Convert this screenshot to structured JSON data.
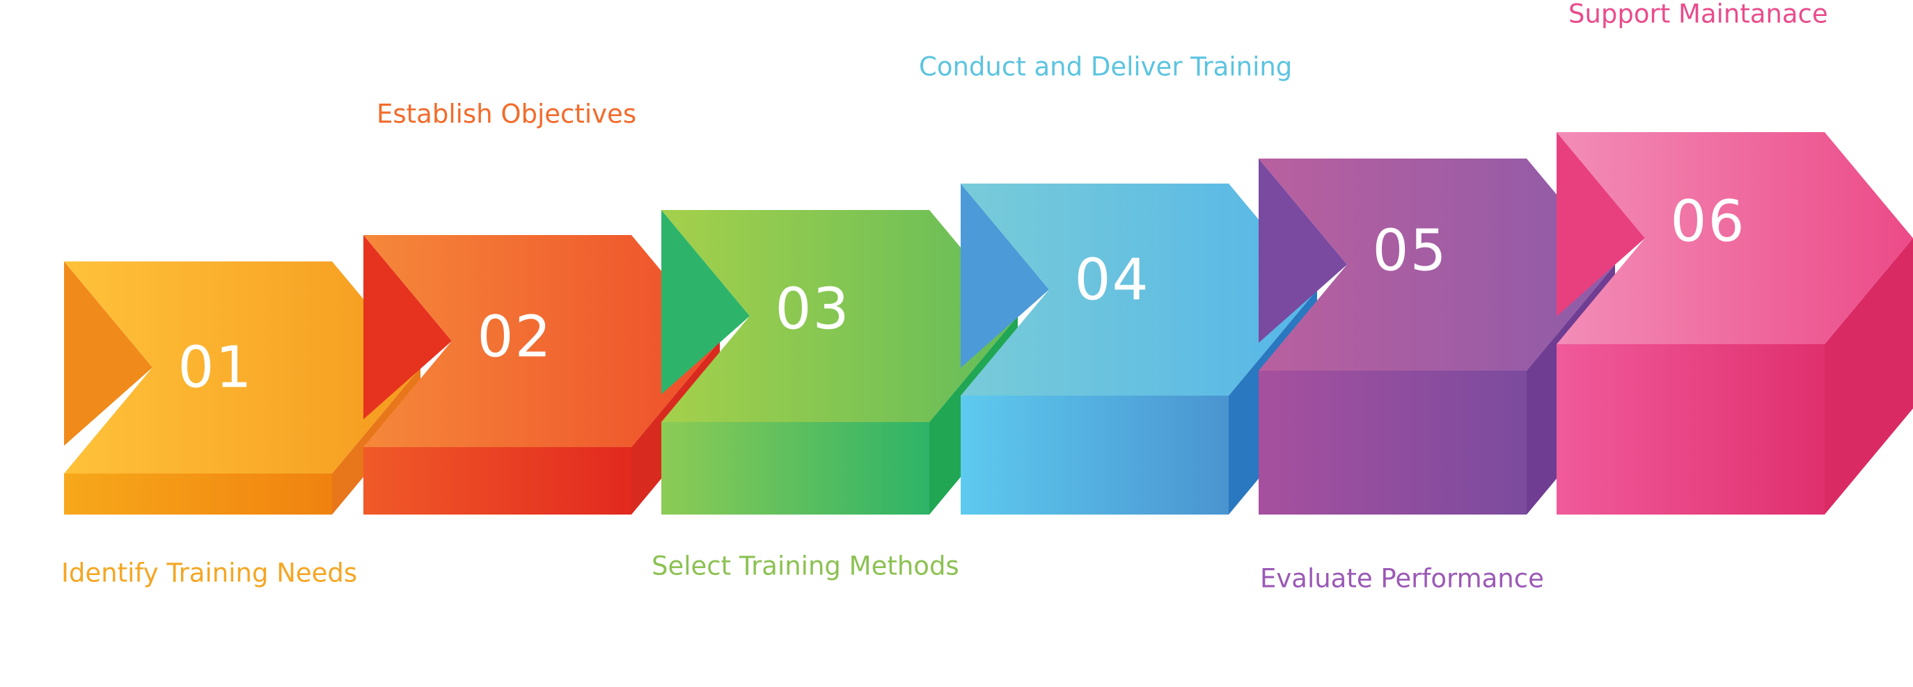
{
  "steps": [
    {
      "number": "01",
      "label": "Identify Training Needs",
      "label_color": "#F5A623",
      "colors": {
        "front_a": "#FFC23A",
        "front_b": "#F59A1E",
        "top_a": "#F7A81B",
        "top_b": "#F0820F",
        "side": "#E8761A",
        "notch": "#F08A1A"
      }
    },
    {
      "number": "02",
      "label": "Establish Objectives",
      "label_color": "#F26B2B",
      "colors": {
        "front_a": "#F5883A",
        "front_b": "#EE4D2A",
        "top_a": "#F05A28",
        "top_b": "#E2291F",
        "side": "#D92A1F",
        "notch": "#E6331F"
      }
    },
    {
      "number": "03",
      "label": "Select Training Methods",
      "label_color": "#8CC152",
      "colors": {
        "front_a": "#A5D04B",
        "front_b": "#63BC5A",
        "top_a": "#8DCB55",
        "top_b": "#2EB368",
        "side": "#21A653",
        "notch": "#2DB46A"
      }
    },
    {
      "number": "04",
      "label": "Conduct and Deliver Training",
      "label_color": "#5BC4E0",
      "colors": {
        "front_a": "#78CBD8",
        "front_b": "#55B6E8",
        "top_a": "#5ECAEF",
        "top_b": "#4A94D0",
        "side": "#2A78C0",
        "notch": "#4C9AD8"
      }
    },
    {
      "number": "05",
      "label": "Evaluate Performance",
      "label_color": "#9B59B6",
      "colors": {
        "front_a": "#B9609F",
        "front_b": "#8E5BA8",
        "top_a": "#A6509E",
        "top_b": "#7B4B9E",
        "side": "#6F3D92",
        "notch": "#7A4AA0"
      }
    },
    {
      "number": "06",
      "label": "Support Maintanace",
      "label_color": "#E94C8C",
      "colors": {
        "front_a": "#F28DB7",
        "front_b": "#EC4B88",
        "top_a": "#F05A9B",
        "top_b": "#E0306E",
        "side": "#D92A64",
        "notch": "#E8407F"
      }
    }
  ]
}
